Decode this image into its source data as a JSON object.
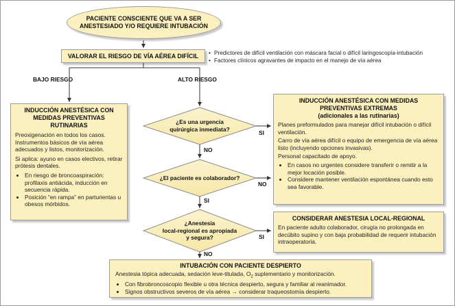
{
  "start": {
    "line1": "PACIENTE CONSCIENTE QUE VA A SER",
    "line2": "ANESTESIADO Y/O REQUIERE INTUBACIÓN"
  },
  "assess": {
    "label": "VALORAR EL RIESGO DE VÍA AÉREA DIFÍCIL"
  },
  "predictors": [
    "Predictores de difícil ventilación con máscara facial o difícil laringoscopía-intubación",
    "Factores clínicos agravantes de impacto en el manejo de vía aérea"
  ],
  "branches": {
    "low": "BAJO RIESGO",
    "high": "ALTO RIESGO"
  },
  "low_risk_box": {
    "title_l1": "INDUCCIÓN ANESTÉSICA CON",
    "title_l2": "MEDIDAS PREVENTIVAS RUTINARIAS",
    "p1": "Preoxigenación en todos los casos.",
    "p2": "Instrumentos básicos de vía aérea adecuados y listos, monitorización.",
    "p3": "Si aplica: ayuno en casos electivos, retirar prótesis dentales.",
    "bullets": [
      "En riesgo de broncoaspiración: profilaxis antiácida, inducción en secuencia rápida.",
      "Posición “en rampa” en parturientas u obesos mórbidos."
    ]
  },
  "decision1": {
    "l1": "¿Es una urgencia",
    "l2": "quirúrgica inmediata?",
    "yes": "SI",
    "no": "NO"
  },
  "decision2": {
    "l1": "¿El paciente es colaborador?",
    "yes": "SI",
    "no": "NO"
  },
  "decision3": {
    "l1": "¿Anestesia",
    "l2": "local-regional es apropiada",
    "l3": "y segura?",
    "yes": "SI",
    "no": "NO"
  },
  "extreme_box": {
    "title_l1": "INDUCCIÓN ANESTÉSICA CON MEDIDAS",
    "title_l2": "PREVENTIVAS EXTREMAS",
    "title_l3": "(adicionales a las rutinarias)",
    "p1": "Planes preformulados para manejar difícil intubación o difícil ventilación.",
    "p2": "Carro de vía aérea difícil o equipo de emergencia de vía aérea listo (incluyendo opciones invasivas).",
    "p3": "Personal capacitado de apoyo.",
    "bullets": [
      "En casos no urgentes considere transferir o remitir a la mejor locación posible.",
      "Considere mantener ventilación espontánea cuando esto sea favorable."
    ]
  },
  "regional_box": {
    "title": "CONSIDERAR ANESTESIA LOCAL-REGIONAL",
    "text": "En paciente adulto colaborador, cirugía no prolongada en decúbito supino y con baja probabilidad de requerir intubación intraoperatoria."
  },
  "awake_box": {
    "title": "INTUBACIÓN CON PACIENTE DESPIERTO",
    "line1_a": "Anestesia tópica adecuada, sedación leve-titulada, O",
    "line1_sub": "2",
    "line1_b": " suplementario y monitorización.",
    "bullets": [
      "Con fibrobroncoscopio flexible u otra técnica despierto, segura y familiar al reanimador.",
      "Signos obstructivos severos de vía aérea → considerar traqueostomía despierto."
    ]
  }
}
